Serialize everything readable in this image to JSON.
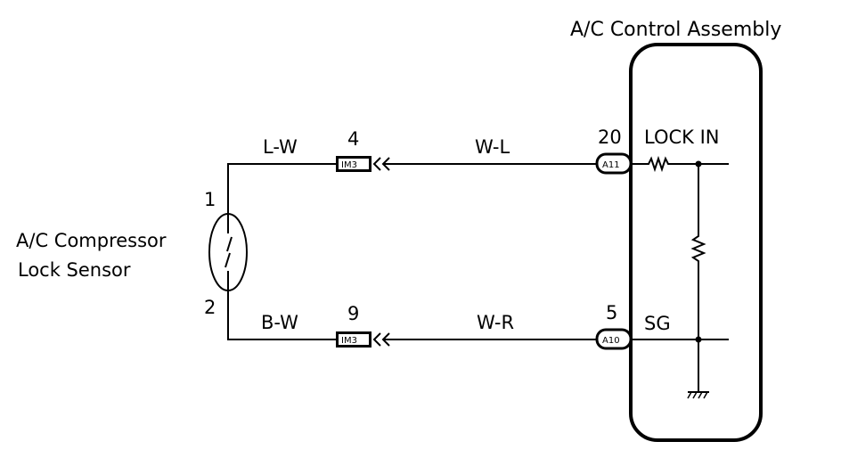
{
  "assembly": {
    "title": "A/C Control Assembly"
  },
  "sensor": {
    "label_line1": "A/C Compressor",
    "label_line2": "Lock Sensor",
    "pin_top": "1",
    "pin_bottom": "2"
  },
  "wires": {
    "top_left": "L-W",
    "top_right": "W-L",
    "bottom_left": "B-W",
    "bottom_right": "W-R"
  },
  "junctions": {
    "top": {
      "pin": "4",
      "id": "IM3"
    },
    "bottom": {
      "pin": "9",
      "id": "IM3"
    }
  },
  "connectors": {
    "top": {
      "pin": "20",
      "id": "A11"
    },
    "bottom": {
      "pin": "5",
      "id": "A10"
    }
  },
  "signals": {
    "top": "LOCK IN",
    "bottom": "SG"
  }
}
